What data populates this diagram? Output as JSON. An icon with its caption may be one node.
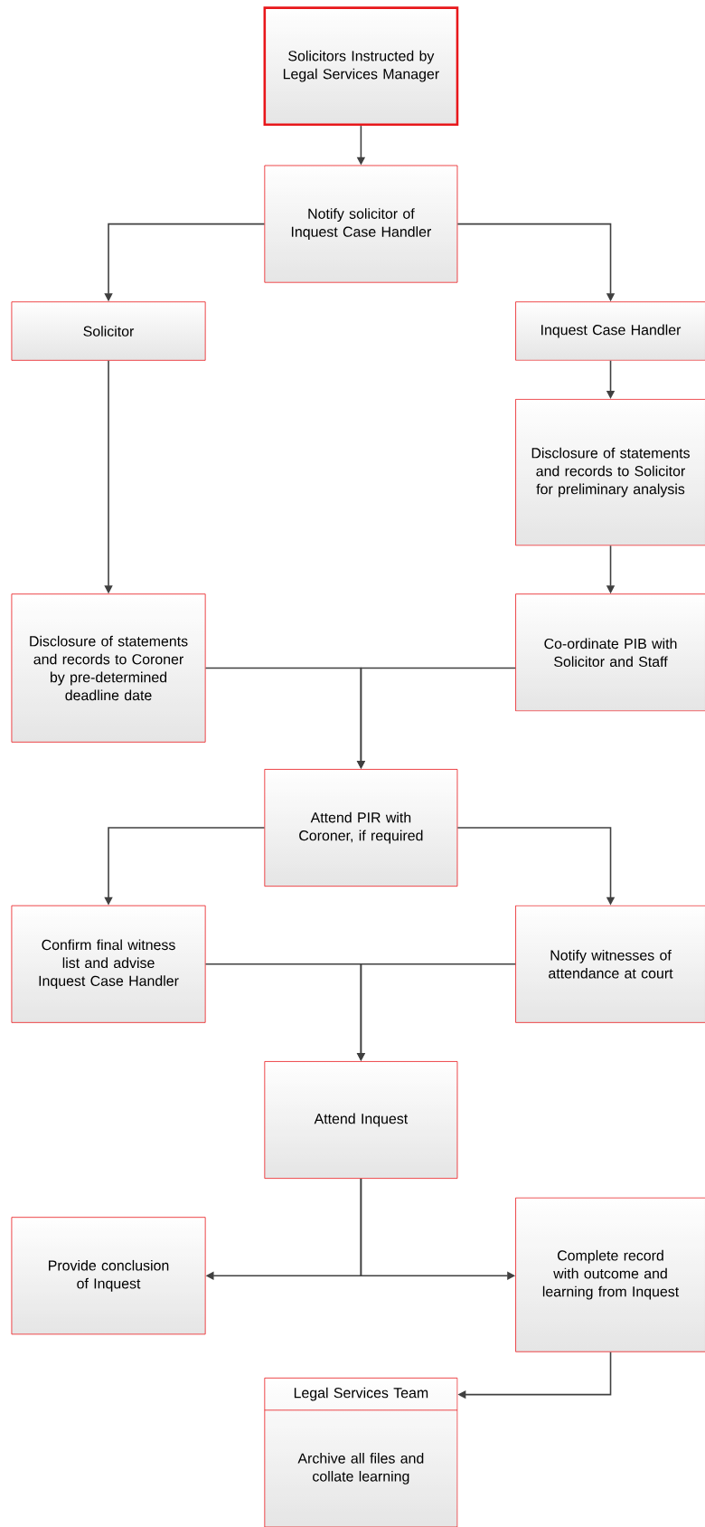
{
  "diagram": {
    "nodes": [
      {
        "text": [
          "Solicitors Instructed by Legal Services Manager"
        ]
      },
      {
        "text": [
          "Notify solicitor of Inquest Case Handler"
        ]
      },
      {
        "text": [
          "Solicitor"
        ]
      },
      {
        "text": [
          "Inquest Case Handler"
        ]
      },
      {
        "text": [
          "Disclosure of statements and records to Solicitor for preliminary analysis"
        ]
      },
      {
        "text": [
          "Disclosure of statements and records to Coroner by pre-determined deadline date"
        ]
      },
      {
        "text": [
          "Co-ordinate PIB with Solicitor and Staff"
        ]
      },
      {
        "text": [
          "Attend PIR with Coroner, if required"
        ]
      },
      {
        "text": [
          "Confirm final witness list and advise Inquest Case Handler"
        ]
      },
      {
        "text": [
          "Notify witnesses of attendance at court"
        ]
      },
      {
        "text": [
          "Attend Inquest"
        ]
      },
      {
        "text": [
          "Provide conclusion of Inquest"
        ]
      },
      {
        "text": [
          "Complete record with outcome and learning from Inquest"
        ]
      },
      {
        "text": [
          "Legal Services Team",
          "Archive all files and collate learning"
        ]
      }
    ],
    "edges": [
      {
        "from": 0,
        "to": 1,
        "arrow": "to"
      },
      {
        "from": 1,
        "to": 2,
        "arrow": "to"
      },
      {
        "from": 1,
        "to": 3,
        "arrow": "to"
      },
      {
        "from": 2,
        "to": 5,
        "arrow": "to"
      },
      {
        "from": 3,
        "to": 4,
        "arrow": "to"
      },
      {
        "from": 4,
        "to": 6,
        "arrow": "to"
      },
      {
        "from": 5,
        "to": 7,
        "arrow": "to"
      },
      {
        "from": 6,
        "to": 7,
        "arrow": "to"
      },
      {
        "from": 7,
        "to": 8,
        "arrow": "to"
      },
      {
        "from": 7,
        "to": 9,
        "arrow": "to"
      },
      {
        "from": 8,
        "to": 10,
        "arrow": "to"
      },
      {
        "from": 9,
        "to": 10,
        "arrow": "to"
      },
      {
        "from": 10,
        "to": 11,
        "arrow": "to"
      },
      {
        "from": 10,
        "to": 12,
        "arrow": "to"
      },
      {
        "from": 12,
        "to": 13,
        "arrow": "to"
      }
    ]
  }
}
